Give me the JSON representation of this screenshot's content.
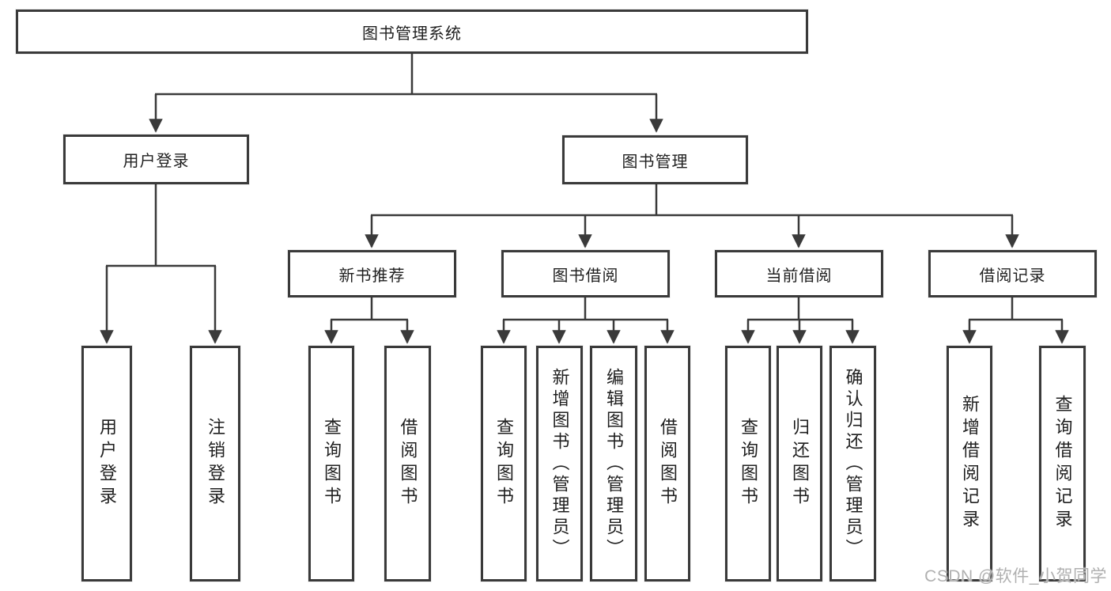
{
  "diagram_type": "hierarchy-tree",
  "tree": {
    "label": "图书管理系统",
    "children": [
      {
        "id": "user-login",
        "label": "用户登录",
        "children": [
          {
            "id": "leaf-user-login",
            "label": "用户登录"
          },
          {
            "id": "leaf-logout-login",
            "label": "注销登录"
          }
        ]
      },
      {
        "id": "book-management",
        "label": "图书管理",
        "children": [
          {
            "id": "new-book-recommend",
            "label": "新书推荐",
            "children": [
              {
                "id": "leaf-query-books",
                "label": "查询图书"
              },
              {
                "id": "leaf-borrow-books",
                "label": "借阅图书"
              }
            ]
          },
          {
            "id": "book-borrow",
            "label": "图书借阅",
            "children": [
              {
                "id": "leaf-query-books",
                "label": "查询图书"
              },
              {
                "id": "leaf-add-books-admin",
                "label": "新增图书（管理员）"
              },
              {
                "id": "leaf-edit-books-admin",
                "label": "编辑图书（管理员）"
              },
              {
                "id": "leaf-borrow-books",
                "label": "借阅图书"
              }
            ]
          },
          {
            "id": "current-borrow",
            "label": "当前借阅",
            "children": [
              {
                "id": "leaf-query-books",
                "label": "查询图书"
              },
              {
                "id": "leaf-return-books",
                "label": "归还图书"
              },
              {
                "id": "leaf-confirm-return-admin",
                "label": "确认归还（管理员）"
              }
            ]
          },
          {
            "id": "borrow-records",
            "label": "借阅记录",
            "children": [
              {
                "id": "leaf-add-borrow-record",
                "label": "新增借阅记录"
              },
              {
                "id": "leaf-query-borrow-record",
                "label": "查询借阅记录"
              }
            ]
          }
        ]
      }
    ]
  },
  "watermark": {
    "text": "CSDN @软件_小贺同学"
  },
  "colors": {
    "line": "#3a3a3a",
    "border": "#3a3a3a",
    "text": "#1f1f1f",
    "watermark": "#b0b0b0",
    "bg": "#ffffff"
  }
}
